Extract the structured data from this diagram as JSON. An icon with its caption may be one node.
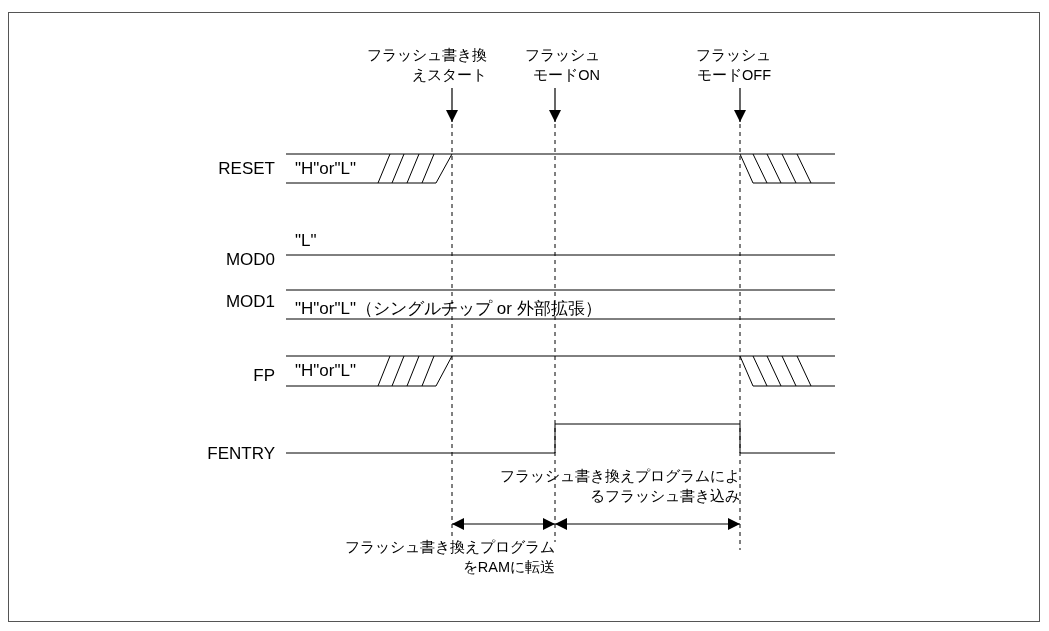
{
  "diagram": {
    "labels": [
      "フラッシュ書き換えスタート",
      "フラッシュモードON",
      "フラッシュモードOFF",
      "RESET",
      "\"H\"or\"L\"",
      "MOD0",
      "\"L\"",
      "MOD1",
      "\"H\"or\"L\"（シングルチップ or 外部拡張）",
      "FP",
      "\"H\"or\"L\"",
      "FENTRY",
      "フラッシュ書き換えプログラムによるフラッシュ書き込み",
      "フラッシュ書き換えプログラムをRAMに転送"
    ]
  }
}
